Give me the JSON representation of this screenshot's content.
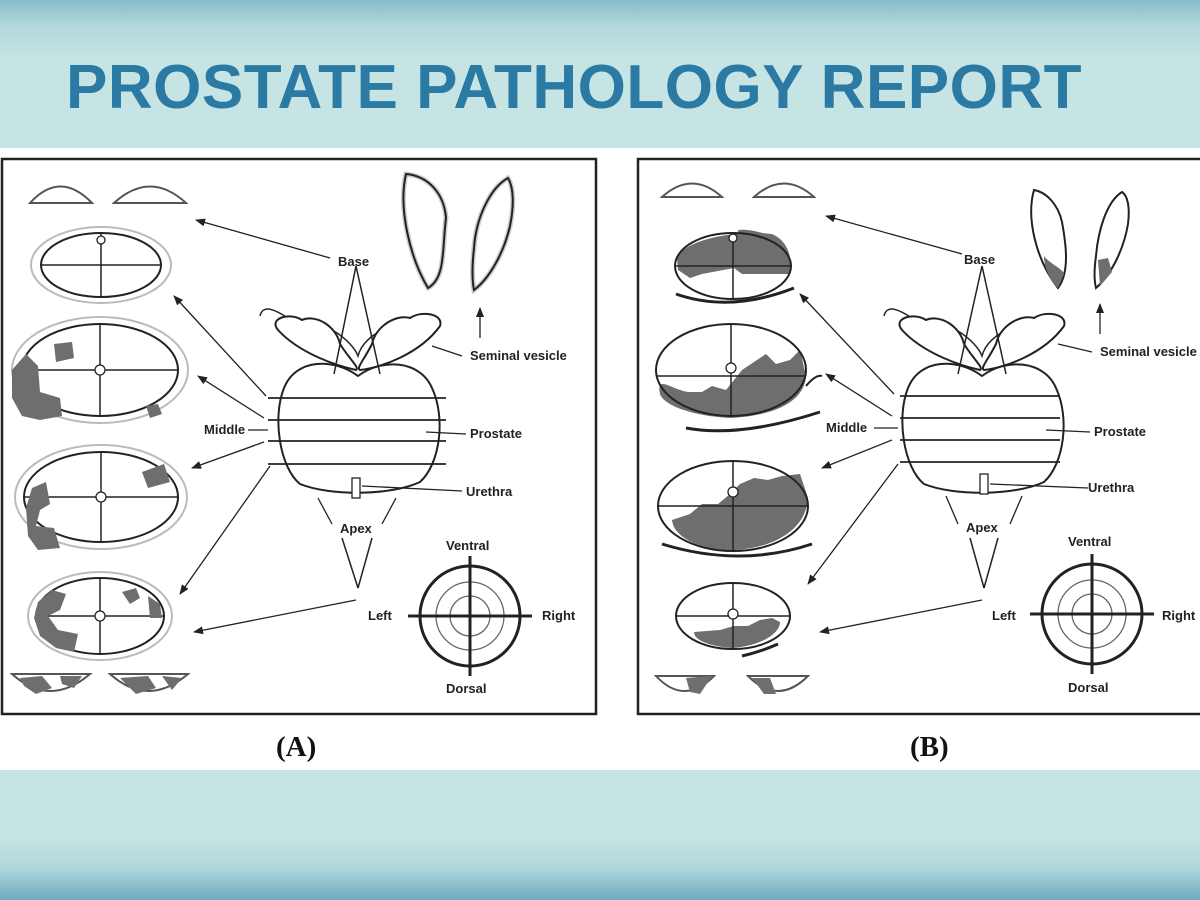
{
  "header": {
    "title": "PROSTATE PATHOLOGY REPORT"
  },
  "panels": [
    {
      "caption": "(A)",
      "labels": {
        "base": "Base",
        "seminal_vesicle": "Seminal vesicle",
        "middle": "Middle",
        "prostate": "Prostate",
        "urethra": "Urethra",
        "apex": "Apex",
        "ventral": "Ventral",
        "left": "Left",
        "right": "Right",
        "dorsal": "Dorsal"
      }
    },
    {
      "caption": "(B)",
      "labels": {
        "base": "Base",
        "seminal_vesicle": "Seminal vesicle",
        "middle": "Middle",
        "prostate": "Prostate",
        "urethra": "Urethra",
        "apex": "Apex",
        "ventral": "Ventral",
        "left": "Left",
        "right": "Right",
        "dorsal": "Dorsal"
      }
    }
  ],
  "colors": {
    "title": "#2b7aa3",
    "band": "#c6e4e3",
    "tumor": "#6e6e6e",
    "line": "#222222"
  }
}
